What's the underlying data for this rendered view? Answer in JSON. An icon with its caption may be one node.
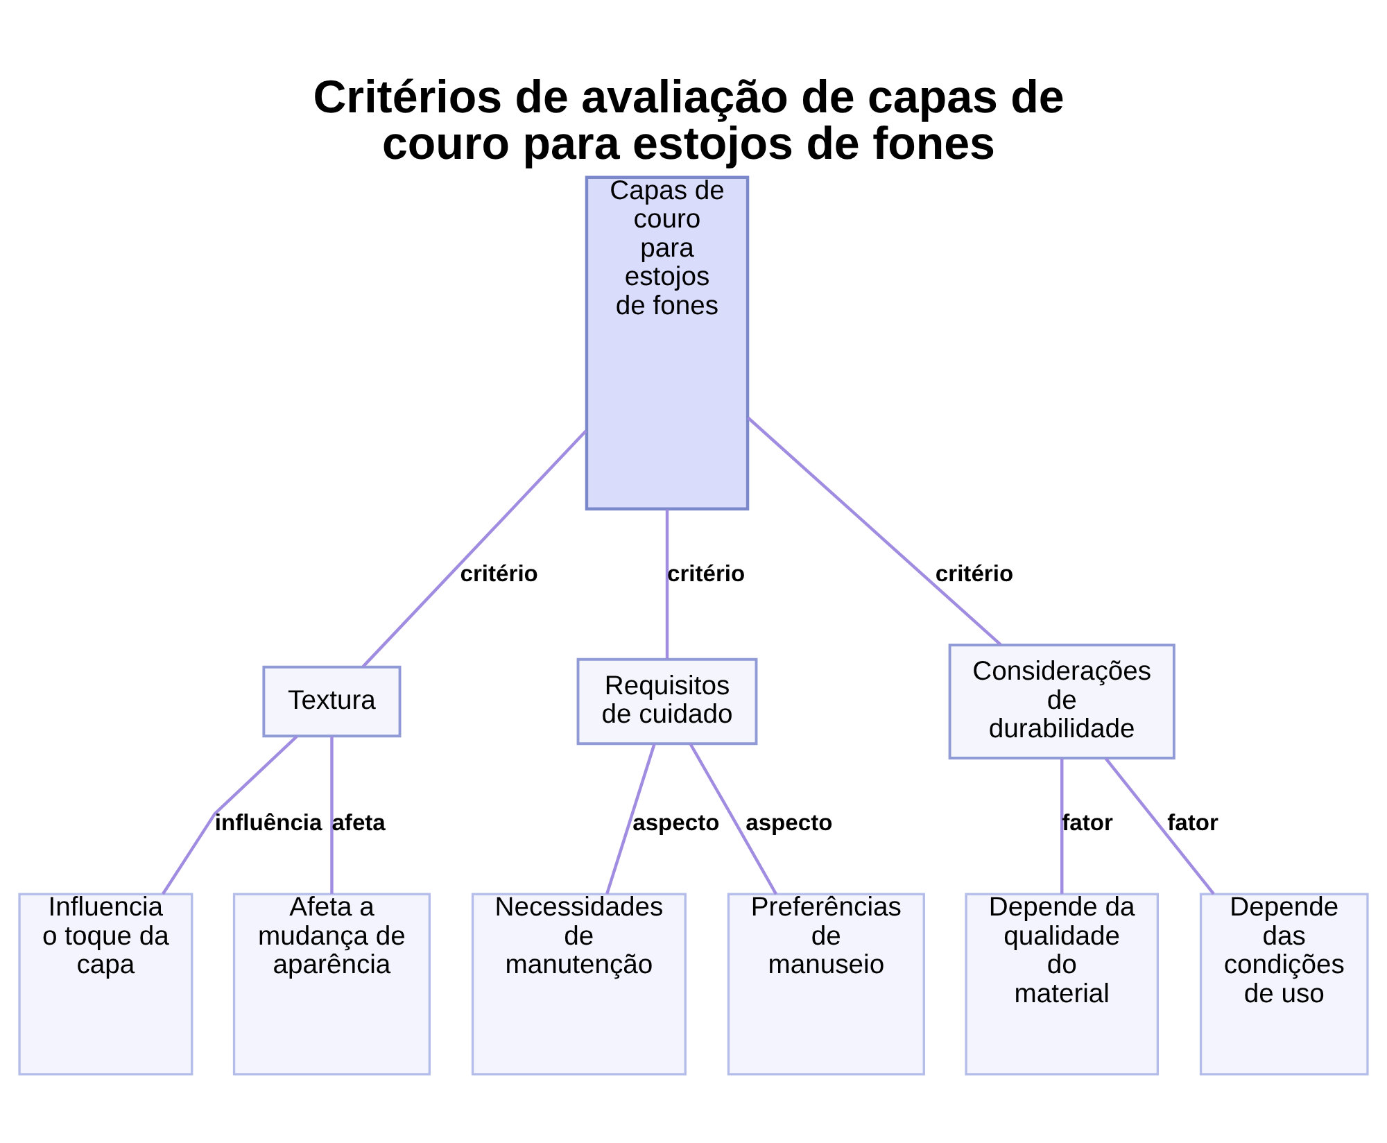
{
  "diagram": {
    "title": "Critérios de avaliação de capas de couro para estojos de fones",
    "nodes": [
      {
        "text": [
          "Capas de couro para estojos de fones"
        ]
      },
      {
        "text": [
          "Textura"
        ]
      },
      {
        "text": [
          "Requisitos de cuidado"
        ]
      },
      {
        "text": [
          "Considerações de durabilidade"
        ]
      },
      {
        "text": [
          "Influencia o toque da capa"
        ]
      },
      {
        "text": [
          "Afeta a mudança de aparência"
        ]
      },
      {
        "text": [
          "Necessidades de manutenção"
        ]
      },
      {
        "text": [
          "Preferências de manuseio"
        ]
      },
      {
        "text": [
          "Depende da qualidade do material"
        ]
      },
      {
        "text": [
          "Depende das condições de uso"
        ]
      }
    ],
    "edges": [
      {
        "from": 0,
        "to": 1,
        "arrow": "none",
        "label": "critério"
      },
      {
        "from": 0,
        "to": 2,
        "arrow": "none",
        "label": "critério"
      },
      {
        "from": 0,
        "to": 3,
        "arrow": "none",
        "label": "critério"
      },
      {
        "from": 1,
        "to": 4,
        "arrow": "none",
        "label": "influência"
      },
      {
        "from": 1,
        "to": 5,
        "arrow": "none",
        "label": "afeta"
      },
      {
        "from": 2,
        "to": 6,
        "arrow": "none",
        "label": "aspecto"
      },
      {
        "from": 2,
        "to": 7,
        "arrow": "none",
        "label": "aspecto"
      },
      {
        "from": 3,
        "to": 8,
        "arrow": "none",
        "label": "fator"
      },
      {
        "from": 3,
        "to": 9,
        "arrow": "none",
        "label": "fator"
      }
    ]
  }
}
